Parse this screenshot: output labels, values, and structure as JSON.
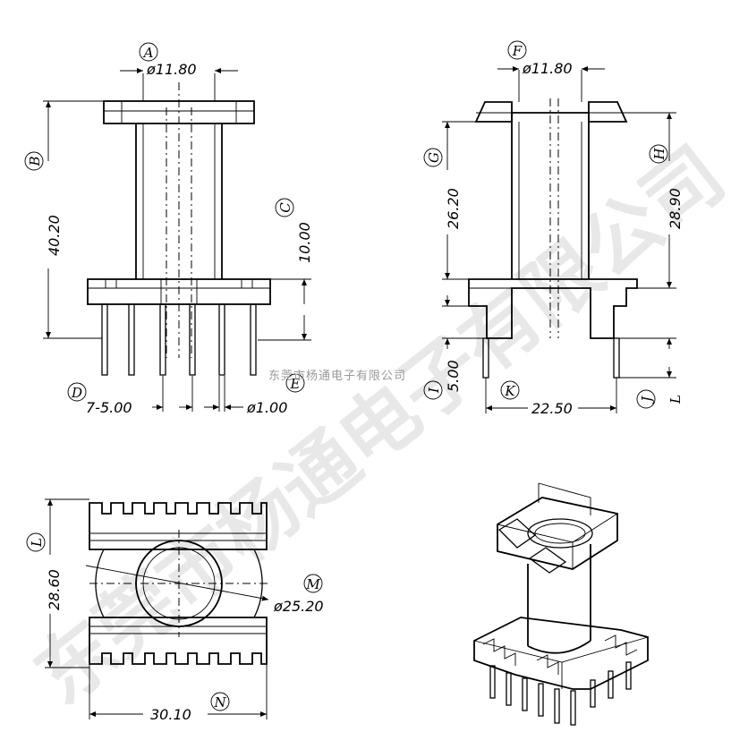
{
  "labels": {
    "A": "A",
    "B": "B",
    "C": "C",
    "D": "D",
    "E": "E",
    "F": "F",
    "G": "G",
    "H": "H",
    "I": "I",
    "J": "J",
    "K": "K",
    "L_side": "L",
    "L_bottom": "L",
    "M": "M",
    "N": "N"
  },
  "dimensions": {
    "A": "ø11.80",
    "B": "40.20",
    "C": "10.00",
    "D": "7-5.00",
    "E": "ø1.00",
    "F": "ø11.80",
    "G": "26.20",
    "H": "28.90",
    "I": "5.00",
    "K": "22.50",
    "L": "28.60",
    "M": "ø25.20",
    "N": "30.10"
  },
  "watermark": {
    "small": "东莞市杨通电子有限公司",
    "large": "东莞市杨通电子有限公司"
  }
}
